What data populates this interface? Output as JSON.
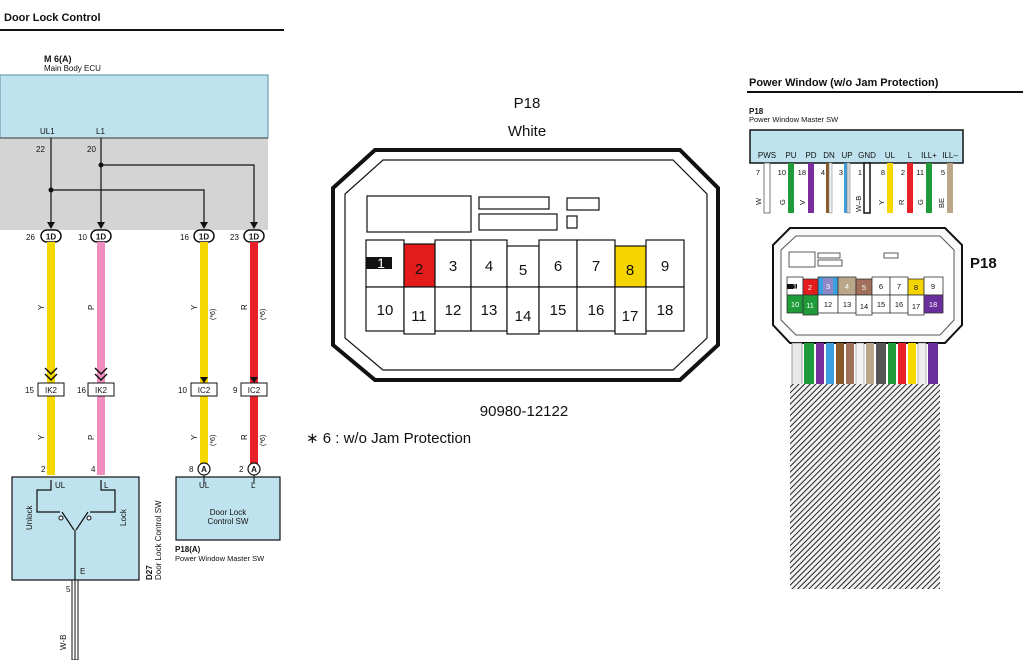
{
  "left": {
    "title": "Door Lock Control",
    "ecu": {
      "code": "M 6(A)",
      "name": "Main Body ECU"
    },
    "ecu_pins": [
      {
        "name": "UL1",
        "num": "22"
      },
      {
        "name": "L1",
        "num": "20"
      }
    ],
    "conn_1d": [
      {
        "num": "26",
        "label": "1D"
      },
      {
        "num": "10",
        "label": "1D"
      },
      {
        "num": "16",
        "label": "1D"
      },
      {
        "num": "23",
        "label": "1D"
      }
    ],
    "wire_mid": [
      {
        "color": "Y",
        "note": ""
      },
      {
        "color": "P",
        "note": ""
      },
      {
        "color": "Y",
        "note": "(*6)"
      },
      {
        "color": "R",
        "note": "(*6)"
      }
    ],
    "conn_mid": [
      {
        "num": "15",
        "label": "IK2"
      },
      {
        "num": "16",
        "label": "IK2"
      },
      {
        "num": "10",
        "label": "IC2"
      },
      {
        "num": "9",
        "label": "IC2"
      }
    ],
    "wire_low": [
      {
        "color": "Y",
        "note": ""
      },
      {
        "color": "P",
        "note": ""
      },
      {
        "color": "Y",
        "note": "(*6)"
      },
      {
        "color": "R",
        "note": "(*6)"
      }
    ],
    "sw_pins": [
      {
        "num": "2",
        "name": "UL"
      },
      {
        "num": "4",
        "name": "L"
      }
    ],
    "a_pins": [
      {
        "num": "8",
        "label": "A",
        "name": "UL"
      },
      {
        "num": "2",
        "label": "A",
        "name": "L"
      }
    ],
    "d27": {
      "unlock": "Unlock",
      "lock": "Lock",
      "e": "E",
      "e_pin": "5",
      "code": "D27",
      "name": "Door Lock Control SW",
      "wire": "W-B"
    },
    "p18a": {
      "inner": [
        "Door Lock",
        "Control SW"
      ],
      "code": "P18(A)",
      "name": "Power Window Master SW"
    },
    "colors": {
      "Y": "#f5d800",
      "P": "#f08cbe",
      "R": "#e8202a",
      "ecu": "#bfe3ee",
      "gray": "#d4d4d4"
    }
  },
  "middle": {
    "connector": "P18",
    "color": "White",
    "part_number": "90980-12122",
    "note": "∗ 6 : w/o Jam Protection",
    "pins_top": [
      "1",
      "2",
      "3",
      "4",
      "5",
      "6",
      "7",
      "8",
      "9"
    ],
    "pins_bottom": [
      "10",
      "11",
      "12",
      "13",
      "14",
      "15",
      "16",
      "17",
      "18"
    ],
    "pin_colors": {
      "2": "#e31b1b",
      "8": "#f5d500"
    }
  },
  "right": {
    "title": "Power Window (w/o Jam Protection)",
    "code": "P18",
    "name": "Power Window Master SW",
    "pins": [
      {
        "name": "PWS",
        "num": "7",
        "color": "W"
      },
      {
        "name": "PU",
        "num": "10",
        "color": "G"
      },
      {
        "name": "PD",
        "num": "18",
        "color": "V"
      },
      {
        "name": "DN",
        "num": "4",
        "color": ""
      },
      {
        "name": "UP",
        "num": "3",
        "color": ""
      },
      {
        "name": "GND",
        "num": "1",
        "color": "W–B"
      },
      {
        "name": "UL",
        "num": "8",
        "color": "Y"
      },
      {
        "name": "L",
        "num": "2",
        "color": "R"
      },
      {
        "name": "ILL+",
        "num": "11",
        "color": "G"
      },
      {
        "name": "ILL–",
        "num": "5",
        "color": "BE"
      }
    ],
    "photo_label": "P18",
    "photo_pins_top": [
      "1",
      "2",
      "3",
      "4",
      "5",
      "6",
      "7",
      "8",
      "9"
    ],
    "photo_pins_bottom": [
      "10",
      "11",
      "12",
      "13",
      "14",
      "15",
      "16",
      "17",
      "18"
    ]
  }
}
